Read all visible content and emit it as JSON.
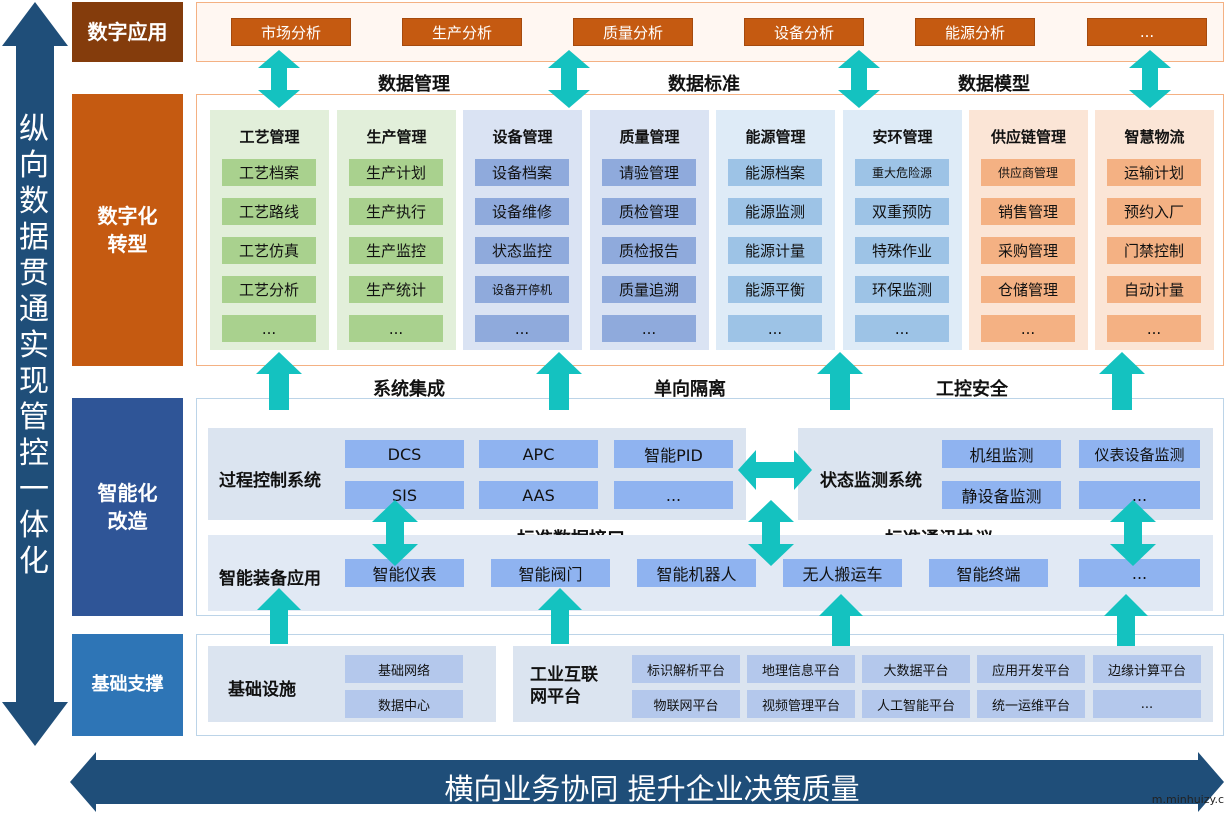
{
  "side_arrow": {
    "text": "纵向数据贯通 实现管控一体化"
  },
  "bottom_arrow": {
    "text": "横向业务协同 提升企业决策质量"
  },
  "watermark": "m.minhuizy.c",
  "layers": {
    "digital_app": "数字应用",
    "transformation": "数字化转型",
    "automation": "智能化改造",
    "foundation": "基础支撑"
  },
  "digital_apps": [
    "市场分析",
    "生产分析",
    "质量分析",
    "设备分析",
    "能源分析",
    "..."
  ],
  "data_labels": [
    "数据管理",
    "数据标准",
    "数据模型"
  ],
  "modules": [
    {
      "title": "工艺管理",
      "items": [
        "工艺档案",
        "工艺路线",
        "工艺仿真",
        "工艺分析",
        "..."
      ]
    },
    {
      "title": "生产管理",
      "items": [
        "生产计划",
        "生产执行",
        "生产监控",
        "生产统计",
        "..."
      ]
    },
    {
      "title": "设备管理",
      "items": [
        "设备档案",
        "设备维修",
        "状态监控",
        "设备开停机",
        "..."
      ]
    },
    {
      "title": "质量管理",
      "items": [
        "请验管理",
        "质检管理",
        "质检报告",
        "质量追溯",
        "..."
      ]
    },
    {
      "title": "能源管理",
      "items": [
        "能源档案",
        "能源监测",
        "能源计量",
        "能源平衡",
        "..."
      ]
    },
    {
      "title": "安环管理",
      "items": [
        "重大危险源",
        "双重预防",
        "特殊作业",
        "环保监测",
        "..."
      ]
    },
    {
      "title": "供应链管理",
      "items": [
        "供应商管理",
        "销售管理",
        "采购管理",
        "仓储管理",
        "..."
      ]
    },
    {
      "title": "智慧物流",
      "items": [
        "运输计划",
        "预约入厂",
        "门禁控制",
        "自动计量",
        "..."
      ]
    }
  ],
  "integration_labels": [
    "系统集成",
    "单向隔离",
    "工控安全"
  ],
  "process_control": {
    "title": "过程控制系统",
    "items": [
      "DCS",
      "APC",
      "智能PID",
      "SIS",
      "AAS",
      "..."
    ]
  },
  "condition_monitoring": {
    "title": "状态监测系统",
    "items": [
      "机组监测",
      "仪表设备监测",
      "静设备监测",
      "..."
    ]
  },
  "interface_labels": [
    "标准数据接口",
    "标准通讯协议"
  ],
  "smart_equipment": {
    "title": "智能装备应用",
    "items": [
      "智能仪表",
      "智能阀门",
      "智能机器人",
      "无人搬运车",
      "智能终端",
      "..."
    ]
  },
  "infrastructure": {
    "title": "基础设施",
    "items": [
      "基础网络",
      "数据中心"
    ]
  },
  "iiot_platform": {
    "title": "工业互联网平台",
    "items": [
      "标识解析平台",
      "地理信息平台",
      "大数据平台",
      "应用开发平台",
      "边缘计算平台",
      "物联网平台",
      "视频管理平台",
      "人工智能平台",
      "统一运维平台",
      "..."
    ]
  },
  "colors": {
    "dark_blue": "#1f4e79",
    "brown": "#843c0c",
    "orange": "#c55a11",
    "navy": "#2f5597",
    "mid_blue": "#2e75b6",
    "teal": "#14c2c0",
    "green_bg": "#e2efda",
    "green_item": "#a9d18e",
    "blue_bg": "#dae3f3",
    "blue_item": "#8faadc",
    "lightblue_item": "#9dc3e6",
    "peach_bg": "#fbe5d6",
    "peach_item": "#f4b183"
  }
}
